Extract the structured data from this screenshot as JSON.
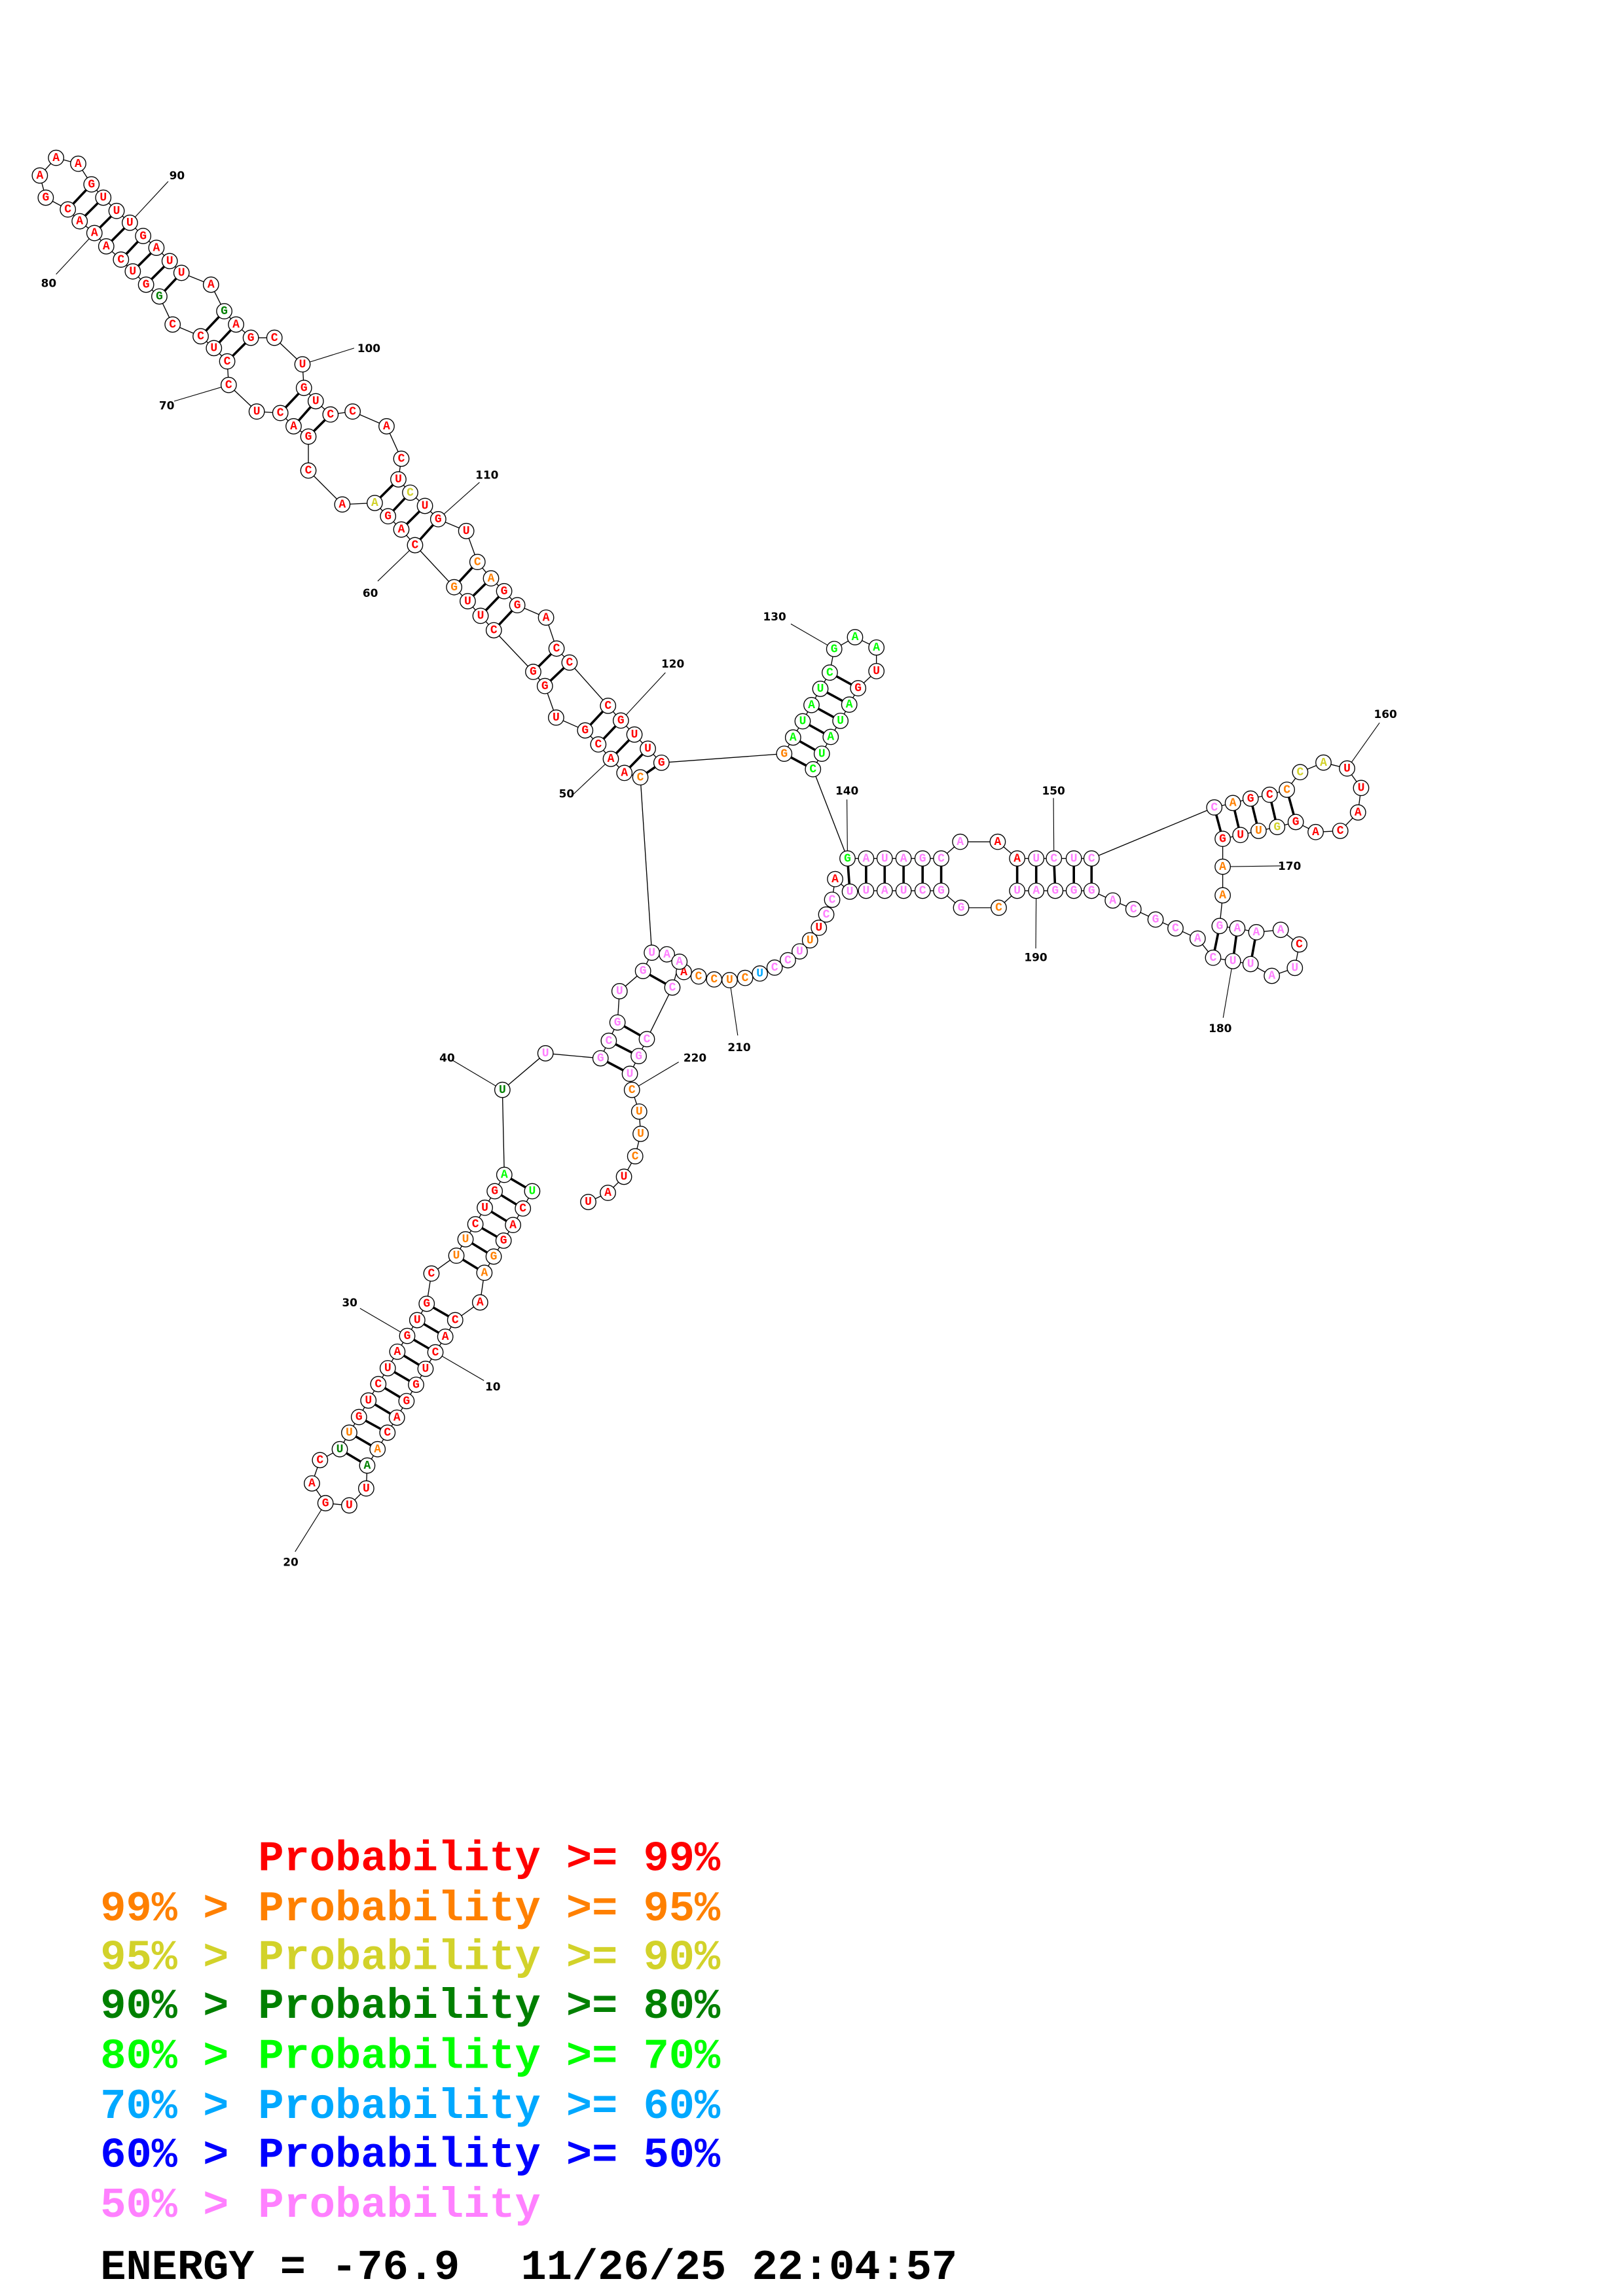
{
  "diagram": {
    "type": "RNA secondary structure",
    "sequence": "UCAGGAACACUGGACAAUUGACUUGUCUAGUGCUUCUGAUUGCGUGUCAACGUGGCUUGCAGAACGACUCCUCCGGUCAAACGAAAGUUUGAUUAGAGCUGUCCACUCUGUCAGGACCCGUUGGAUAUCGAAUGAUAUCGAUAGCAAAUCUCCAGCCCAUUACAGGUUGAAGAAACUAUUCACGCAGGGAUCGGCUAUUACCUUUCCUCUCCAAACCGUCUUCUAU",
    "probability_levels": "40001100000000013000003100000000011000437777777100000000001000200000000000300000000000000000000300000000000200011000000000014444444400444444777777007777710012200000021001177770777777777777777177777770770177751111077777711110000",
    "position_labels": [
      "10",
      "20",
      "30",
      "40",
      "50",
      "60",
      "70",
      "80",
      "90",
      "100",
      "110",
      "120",
      "130",
      "140",
      "150",
      "160",
      "170",
      "180",
      "190",
      "210",
      "220"
    ]
  },
  "legend": {
    "level_colors": [
      "#ff0000",
      "#ff8000",
      "#d2d22a",
      "#008000",
      "#00ff00",
      "#00a8ff",
      "#0000ff",
      "#ff80ff"
    ],
    "entries": [
      {
        "prefix": "",
        "label": "Probability >= 99%"
      },
      {
        "prefix": "99% > ",
        "label": "Probability >= 95%"
      },
      {
        "prefix": "95% > ",
        "label": "Probability >= 90%"
      },
      {
        "prefix": "90% > ",
        "label": "Probability >= 80%"
      },
      {
        "prefix": "80% > ",
        "label": "Probability >= 70%"
      },
      {
        "prefix": "70% > ",
        "label": "Probability >= 60%"
      },
      {
        "prefix": "60% > ",
        "label": "Probability >= 50%"
      },
      {
        "prefix": "50% > ",
        "label": "Probability"
      }
    ]
  },
  "footer": {
    "energy": "ENERGY = -76.9",
    "timestamp": "11/26/25 22:04:57"
  }
}
